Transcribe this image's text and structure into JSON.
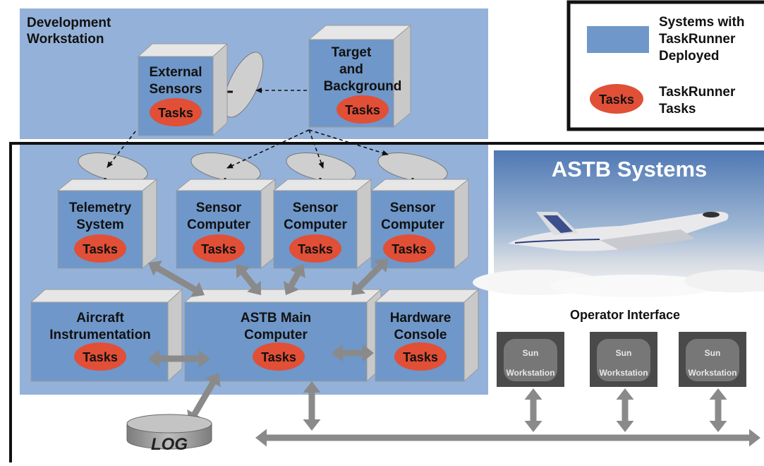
{
  "dev_workstation": {
    "label_line1": "Development",
    "label_line2": "Workstation"
  },
  "legend": {
    "deployed_line1": "Systems with",
    "deployed_line2": "TaskRunner",
    "deployed_line3": "Deployed",
    "tasks_badge": "Tasks",
    "tasks_line1": "TaskRunner",
    "tasks_line2": "Tasks"
  },
  "astb": {
    "title": "ASTB Systems"
  },
  "operator": {
    "title": "Operator Interface"
  },
  "task_label": "Tasks",
  "nodes": {
    "external_sensors": {
      "l1": "External",
      "l2": "Sensors"
    },
    "target": {
      "l1": "Target",
      "l2": "and",
      "l3": "Background"
    },
    "telemetry": {
      "l1": "Telemetry",
      "l2": "System"
    },
    "sensor1": {
      "l1": "Sensor",
      "l2": "Computer"
    },
    "sensor2": {
      "l1": "Sensor",
      "l2": "Computer"
    },
    "sensor3": {
      "l1": "Sensor",
      "l2": "Computer"
    },
    "aircraft": {
      "l1": "Aircraft",
      "l2": "Instrumentation"
    },
    "main": {
      "l1": "ASTB Main",
      "l2": "Computer"
    },
    "hardware": {
      "l1": "Hardware",
      "l2": "Console"
    }
  },
  "sun": {
    "l1": "Sun",
    "l2": "Workstation"
  },
  "log": {
    "label": "LOG"
  },
  "colors": {
    "region_fill": "#94b2d9",
    "box_front": "#6f97c9",
    "box_side": "#d4d4d4",
    "task_ellipse": "#e14f36",
    "arrow_gray": "#8a8a8a",
    "sun_dark": "#4a4a4a",
    "sun_inner": "#777777"
  }
}
